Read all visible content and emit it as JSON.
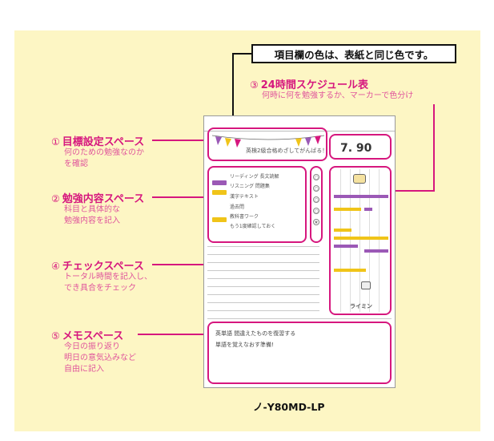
{
  "header_note": "項目欄の色は、表紙と同じ色です。",
  "sections": {
    "goal": {
      "num": "①",
      "title": "目標設定スペース",
      "desc": [
        "何のための勉強なのか",
        "を確認"
      ]
    },
    "study": {
      "num": "②",
      "title": "勉強内容スペース",
      "desc": [
        "科目と具体的な",
        "勉強内容を記入"
      ]
    },
    "schedule": {
      "num": "③",
      "title": "24時間スケジュール表",
      "desc": [
        "何時に何を勉強するか、マーカーで色分け"
      ]
    },
    "check": {
      "num": "④",
      "title": "チェックスペース",
      "desc": [
        "トータル時間を記入し、",
        "でき具合をチェック"
      ]
    },
    "memo": {
      "num": "⑤",
      "title": "メモスペース",
      "desc": [
        "今日の振り返り",
        "明日の意気込みなど",
        "自由に記入"
      ]
    }
  },
  "notebook": {
    "goal_text": "英検2級合格めざしてがんばる！",
    "time_value": "7. 90",
    "study_items": [
      "リーディング 長文読解",
      "リスニング 問題集",
      "漢字テキスト",
      "過去問",
      "教科書ワーク",
      "もう1度確認しておく"
    ],
    "check_marks": [
      "○",
      "○",
      "○",
      "○",
      "★"
    ],
    "schedule_label": "ライミン",
    "memo_lines": [
      "英単語 間違えたものを復習する",
      "単語を覚えなおす準備!"
    ]
  },
  "model_number": "ノ-Y80MD-LP",
  "colors": {
    "accent": "#d6177e",
    "background": "#fdf6c4",
    "marker_purple": "#9b59b6",
    "marker_yellow": "#f0c419"
  }
}
